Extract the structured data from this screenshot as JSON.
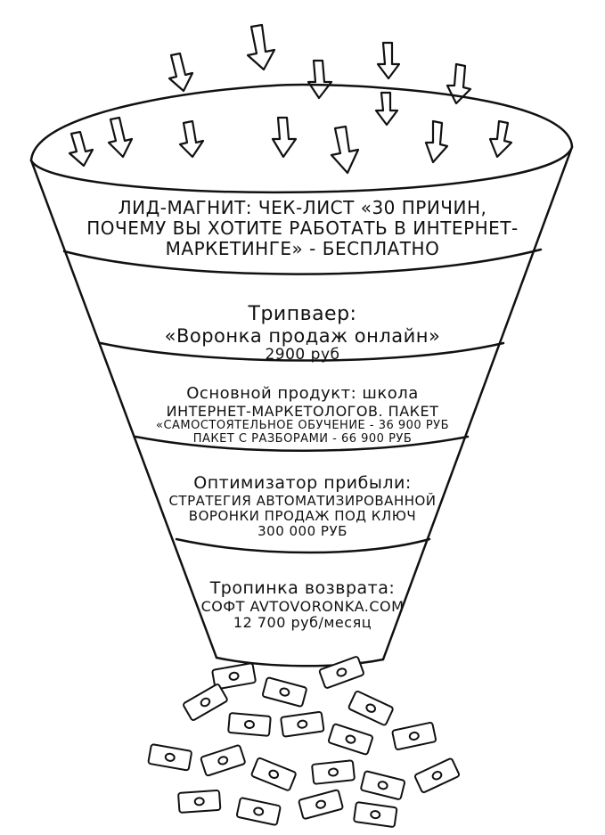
{
  "funnel": {
    "stages": [
      {
        "lines": [
          "Лид-магнит: Чек-лист «30 причин,",
          "почему вы хотите работать в интернет-",
          "маркетинге» - бесплатно"
        ]
      },
      {
        "title": "Трипваер:",
        "lines": [
          "«Воронка продаж онлайн»"
        ],
        "price": "2900 руб"
      },
      {
        "lines": [
          "Основной продукт: школа",
          "интернет-маркетологов. Пакет",
          "«Самостоятельное обучение - 36 900 руб",
          "пакет с разборами - 66 900 руб"
        ]
      },
      {
        "title": "Оптимизатор прибыли:",
        "lines": [
          "стратегия автоматизированной",
          "воронки продаж под ключ"
        ],
        "price": "300 000 руб"
      },
      {
        "title": "Тропинка возврата:",
        "lines": [
          "софт avtovoronka.com"
        ],
        "price": "12 700 руб/месяц"
      }
    ]
  },
  "icons": {
    "arrow": "down-arrow-icon",
    "money": "banknote-icon"
  },
  "colors": {
    "ink": "#111111",
    "paper": "#ffffff"
  }
}
